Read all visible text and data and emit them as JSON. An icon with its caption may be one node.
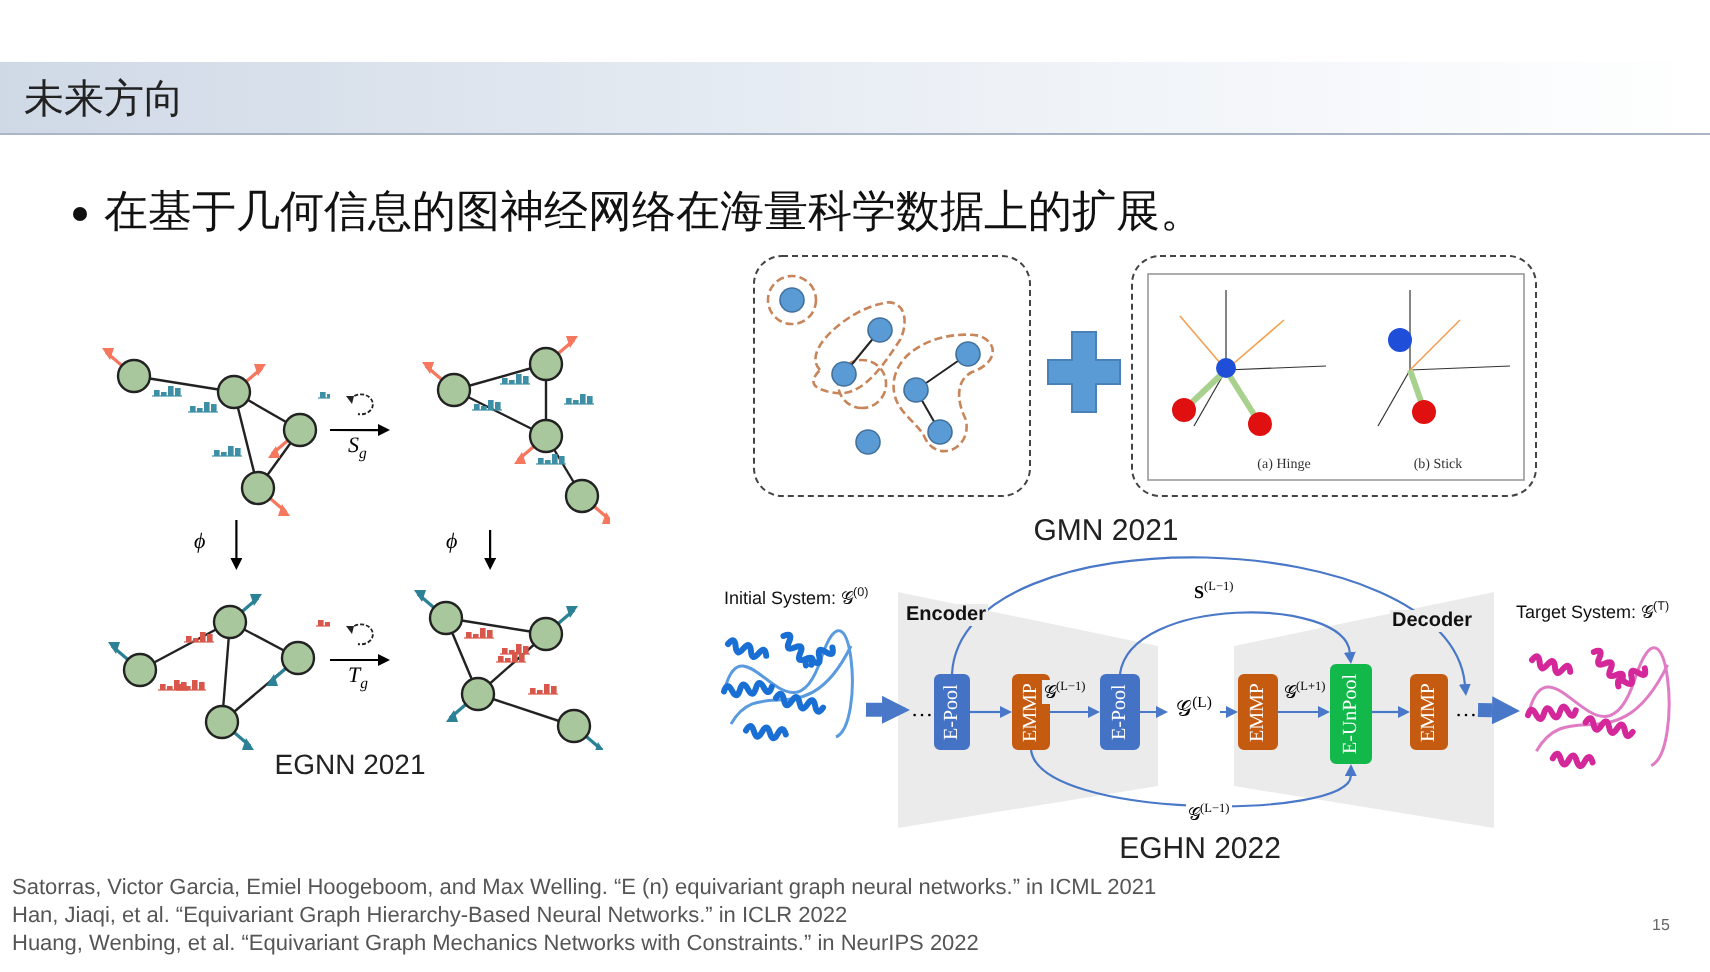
{
  "diagram": {
    "title": "未来方向",
    "nodes": [
      {
        "text": [],
        "shape": "picture"
      },
      {
        "text": [],
        "shape": "picture"
      },
      {
        "text": [],
        "shape": "picture"
      },
      {
        "text": [],
        "shape": "picture"
      },
      {
        "text": [],
        "shape": "picture",
        "beside": [
          "Initial System: 𝒢$^{(0)}$"
        ]
      },
      {
        "text": [
          "Encoder"
        ]
      },
      {
        "text": [
          "…"
        ],
        "in": 5
      },
      {
        "text": [
          "E-Pool"
        ],
        "in": 5
      },
      {
        "text": [
          "EMMP"
        ],
        "in": 5
      },
      {
        "text": [
          "E-Pool"
        ],
        "in": 5
      },
      {
        "text": [
          "𝒢$^{(L)}$"
        ]
      },
      {
        "text": [
          "Decoder"
        ]
      },
      {
        "text": [
          "EMMP"
        ],
        "in": 11
      },
      {
        "text": [
          "E-UnPool"
        ],
        "in": 11
      },
      {
        "text": [
          "EMMP"
        ],
        "in": 11
      },
      {
        "text": [
          "…"
        ],
        "in": 11
      },
      {
        "text": [],
        "shape": "picture",
        "beside": [
          "Target System: 𝒢$^{(T)}$"
        ]
      }
    ],
    "edges": [
      {
        "from": 0,
        "to": 1,
        "arrow": "to",
        "label": "S$_{g}$",
        "color": "#000000"
      },
      {
        "from": 0,
        "to": 2,
        "arrow": "to",
        "label": "ϕ",
        "color": "#000000"
      },
      {
        "from": 1,
        "to": 3,
        "arrow": "to",
        "label": "ϕ",
        "color": "#000000"
      },
      {
        "from": 2,
        "to": 3,
        "arrow": "to",
        "label": "T$_{g}$",
        "color": "#000000"
      },
      {
        "from": 4,
        "to": 6,
        "arrow": "to",
        "style": "thick"
      },
      {
        "from": 7,
        "to": 8,
        "arrow": "to"
      },
      {
        "from": 8,
        "to": 9,
        "arrow": "to",
        "label": "𝒢$^{(L−1)}$"
      },
      {
        "from": 9,
        "to": 10,
        "arrow": "to"
      },
      {
        "from": 10,
        "to": 12,
        "arrow": "to"
      },
      {
        "from": 12,
        "to": 13,
        "arrow": "to",
        "label": "𝒢$^{(L+1)}$"
      },
      {
        "from": 13,
        "to": 14,
        "arrow": "to"
      },
      {
        "from": 15,
        "to": 16,
        "arrow": "to",
        "style": "thick"
      },
      {
        "from": 7,
        "to": 15,
        "arrow": "to"
      },
      {
        "from": 9,
        "to": 13,
        "arrow": "to",
        "label": "**S**$^{(L−1)}$"
      },
      {
        "from": 8,
        "to": 13,
        "arrow": "to",
        "label": "𝒢$^{(L−1)}$"
      }
    ],
    "labels": [
      "在基于几何信息的图神经网络在海量科学数据上的扩展。",
      "(a) Hinge",
      "(b) Stick",
      "GMN 2021",
      "EGNN 2021",
      "EGHN 2022",
      "Satorras, Victor Garcia, Emiel Hoogeboom, and Max Welling. “E (n) equivariant graph neural networks.” in ICML 2021",
      "Han, Jiaqi, et al. “Equivariant Graph Hierarchy-Based Neural Networks.” in ICLR 2022",
      "Huang, Wenbing, et al. “Equivariant Graph Mechanics Networks with Constraints.” in NeurIPS 2022",
      "15"
    ]
  }
}
